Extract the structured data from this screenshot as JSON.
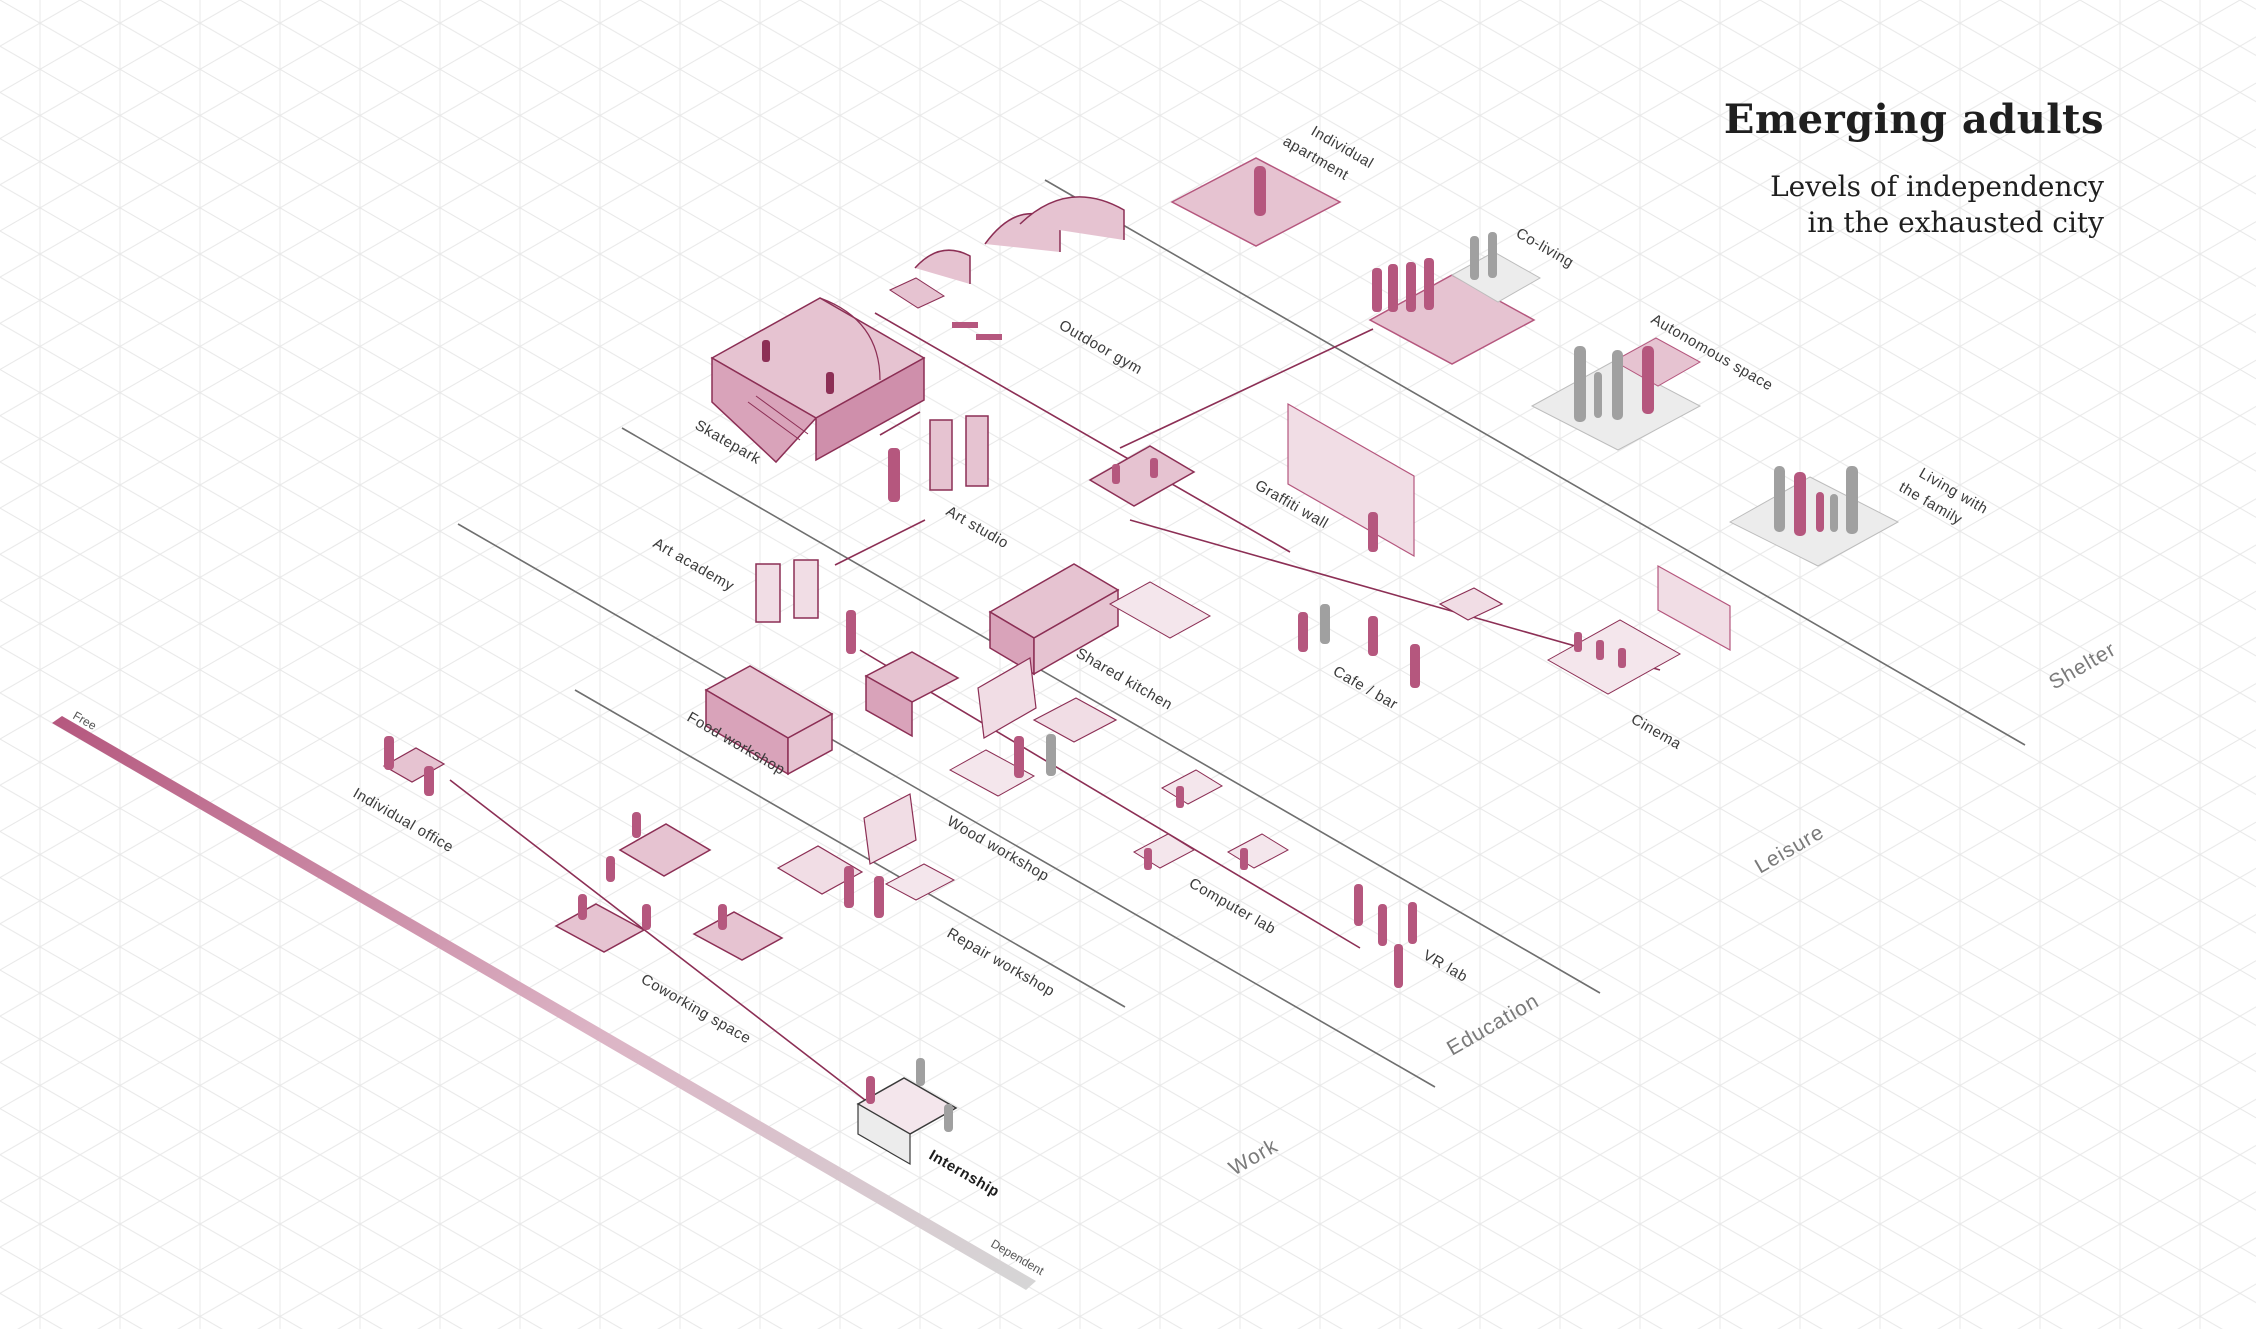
{
  "title": "Emerging adults",
  "subtitle_line1": "Levels of independency",
  "subtitle_line2": "in the exhausted city",
  "scale": {
    "top": "Free",
    "bottom": "Dependent"
  },
  "categories": {
    "shelter": "Shelter",
    "leisure": "Leisure",
    "education": "Education",
    "work": "Work"
  },
  "labels": {
    "individual_apartment_1": "Individual",
    "individual_apartment_2": "apartment",
    "co_living": "Co-living",
    "autonomous_space": "Autonomous space",
    "living_family_1": "Living with",
    "living_family_2": "the family",
    "outdoor_gym": "Outdoor gym",
    "skatepark": "Skatepark",
    "graffiti_wall": "Graffiti wall",
    "art_studio": "Art studio",
    "art_academy": "Art academy",
    "shared_kitchen": "Shared kitchen",
    "cafe_bar": "Cafe / bar",
    "cinema": "Cinema",
    "food_workshop": "Food workshop",
    "wood_workshop": "Wood workshop",
    "repair_workshop": "Repair workshop",
    "computer_lab": "Computer lab",
    "vr_lab": "VR lab",
    "individual_office": "Individual office",
    "coworking_space": "Coworking space",
    "internship": "Internship"
  },
  "colors": {
    "accent": "#b5577e",
    "accent_fill": "#e6c3d1",
    "line": "#8c2f55",
    "grey_fill": "#e4e4e4",
    "grid": "#e7e7e7"
  }
}
